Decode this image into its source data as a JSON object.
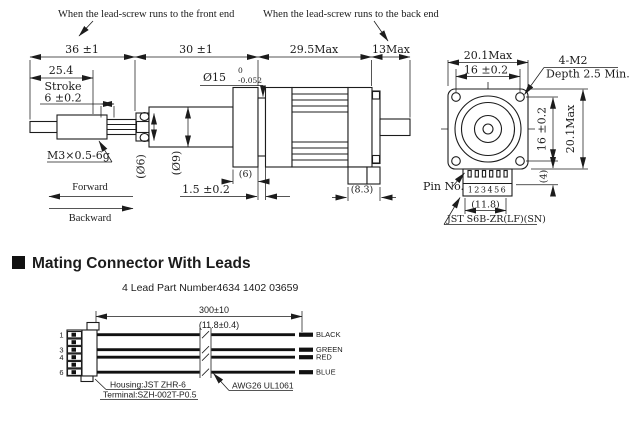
{
  "notes": {
    "front_end": "When the lead-screw runs to the front end",
    "back_end": "When the lead-screw runs to the back end"
  },
  "side_view": {
    "dim_total_front": "36 ±1",
    "dim_body": "30 ±1",
    "dim_motor": "29.5Max",
    "dim_rear": "13Max",
    "dim_screw": "25.4",
    "stroke_label": "Stroke",
    "stroke_value": "6 ±0.2",
    "thread_spec": "M3×0.5-6g",
    "dia_rod": "(Ø6)",
    "dia_tube": "(Ø9)",
    "dia_pilot": "Ø15",
    "pilot_tol_upper": "0",
    "pilot_tol_lower": "-0.052",
    "dim_gap": "1.5 ±0.2",
    "dim_flange": "(6)",
    "dim_connector": "(8.3)",
    "forward_label": "Forward",
    "backward_label": "Backward"
  },
  "front_view": {
    "dim_width": "20.1Max",
    "dim_holes_h": "16 ±0.2",
    "dim_holes_v": "16 ±0.2",
    "dim_height": "20.1Max",
    "dim_conn_height": "(4)",
    "dim_conn_width": "(11.8)",
    "tap_note_line1": "4-M2",
    "tap_note_line2": "Depth 2.5 Min.",
    "pin_label": "Pin No.",
    "pin_numbers": "123456",
    "connector_spec": "JST S6B-ZR(LF)(SN)"
  },
  "mating": {
    "heading": "Mating Connector With Leads",
    "part_note": "4 Lead Part Number4634 1402 03659",
    "dim_length": "300±10",
    "dim_connector": "(11.8±0.4)",
    "pin_labels": [
      "1",
      "3",
      "4",
      "6"
    ],
    "wire_labels": [
      "BLACK",
      "GREEN",
      "RED",
      "BLUE"
    ],
    "housing_note": "Housing:JST ZHR-6",
    "terminal_note": "Terminal:SZH-002T-P0.5",
    "wire_spec": "AWG26 UL1061"
  }
}
